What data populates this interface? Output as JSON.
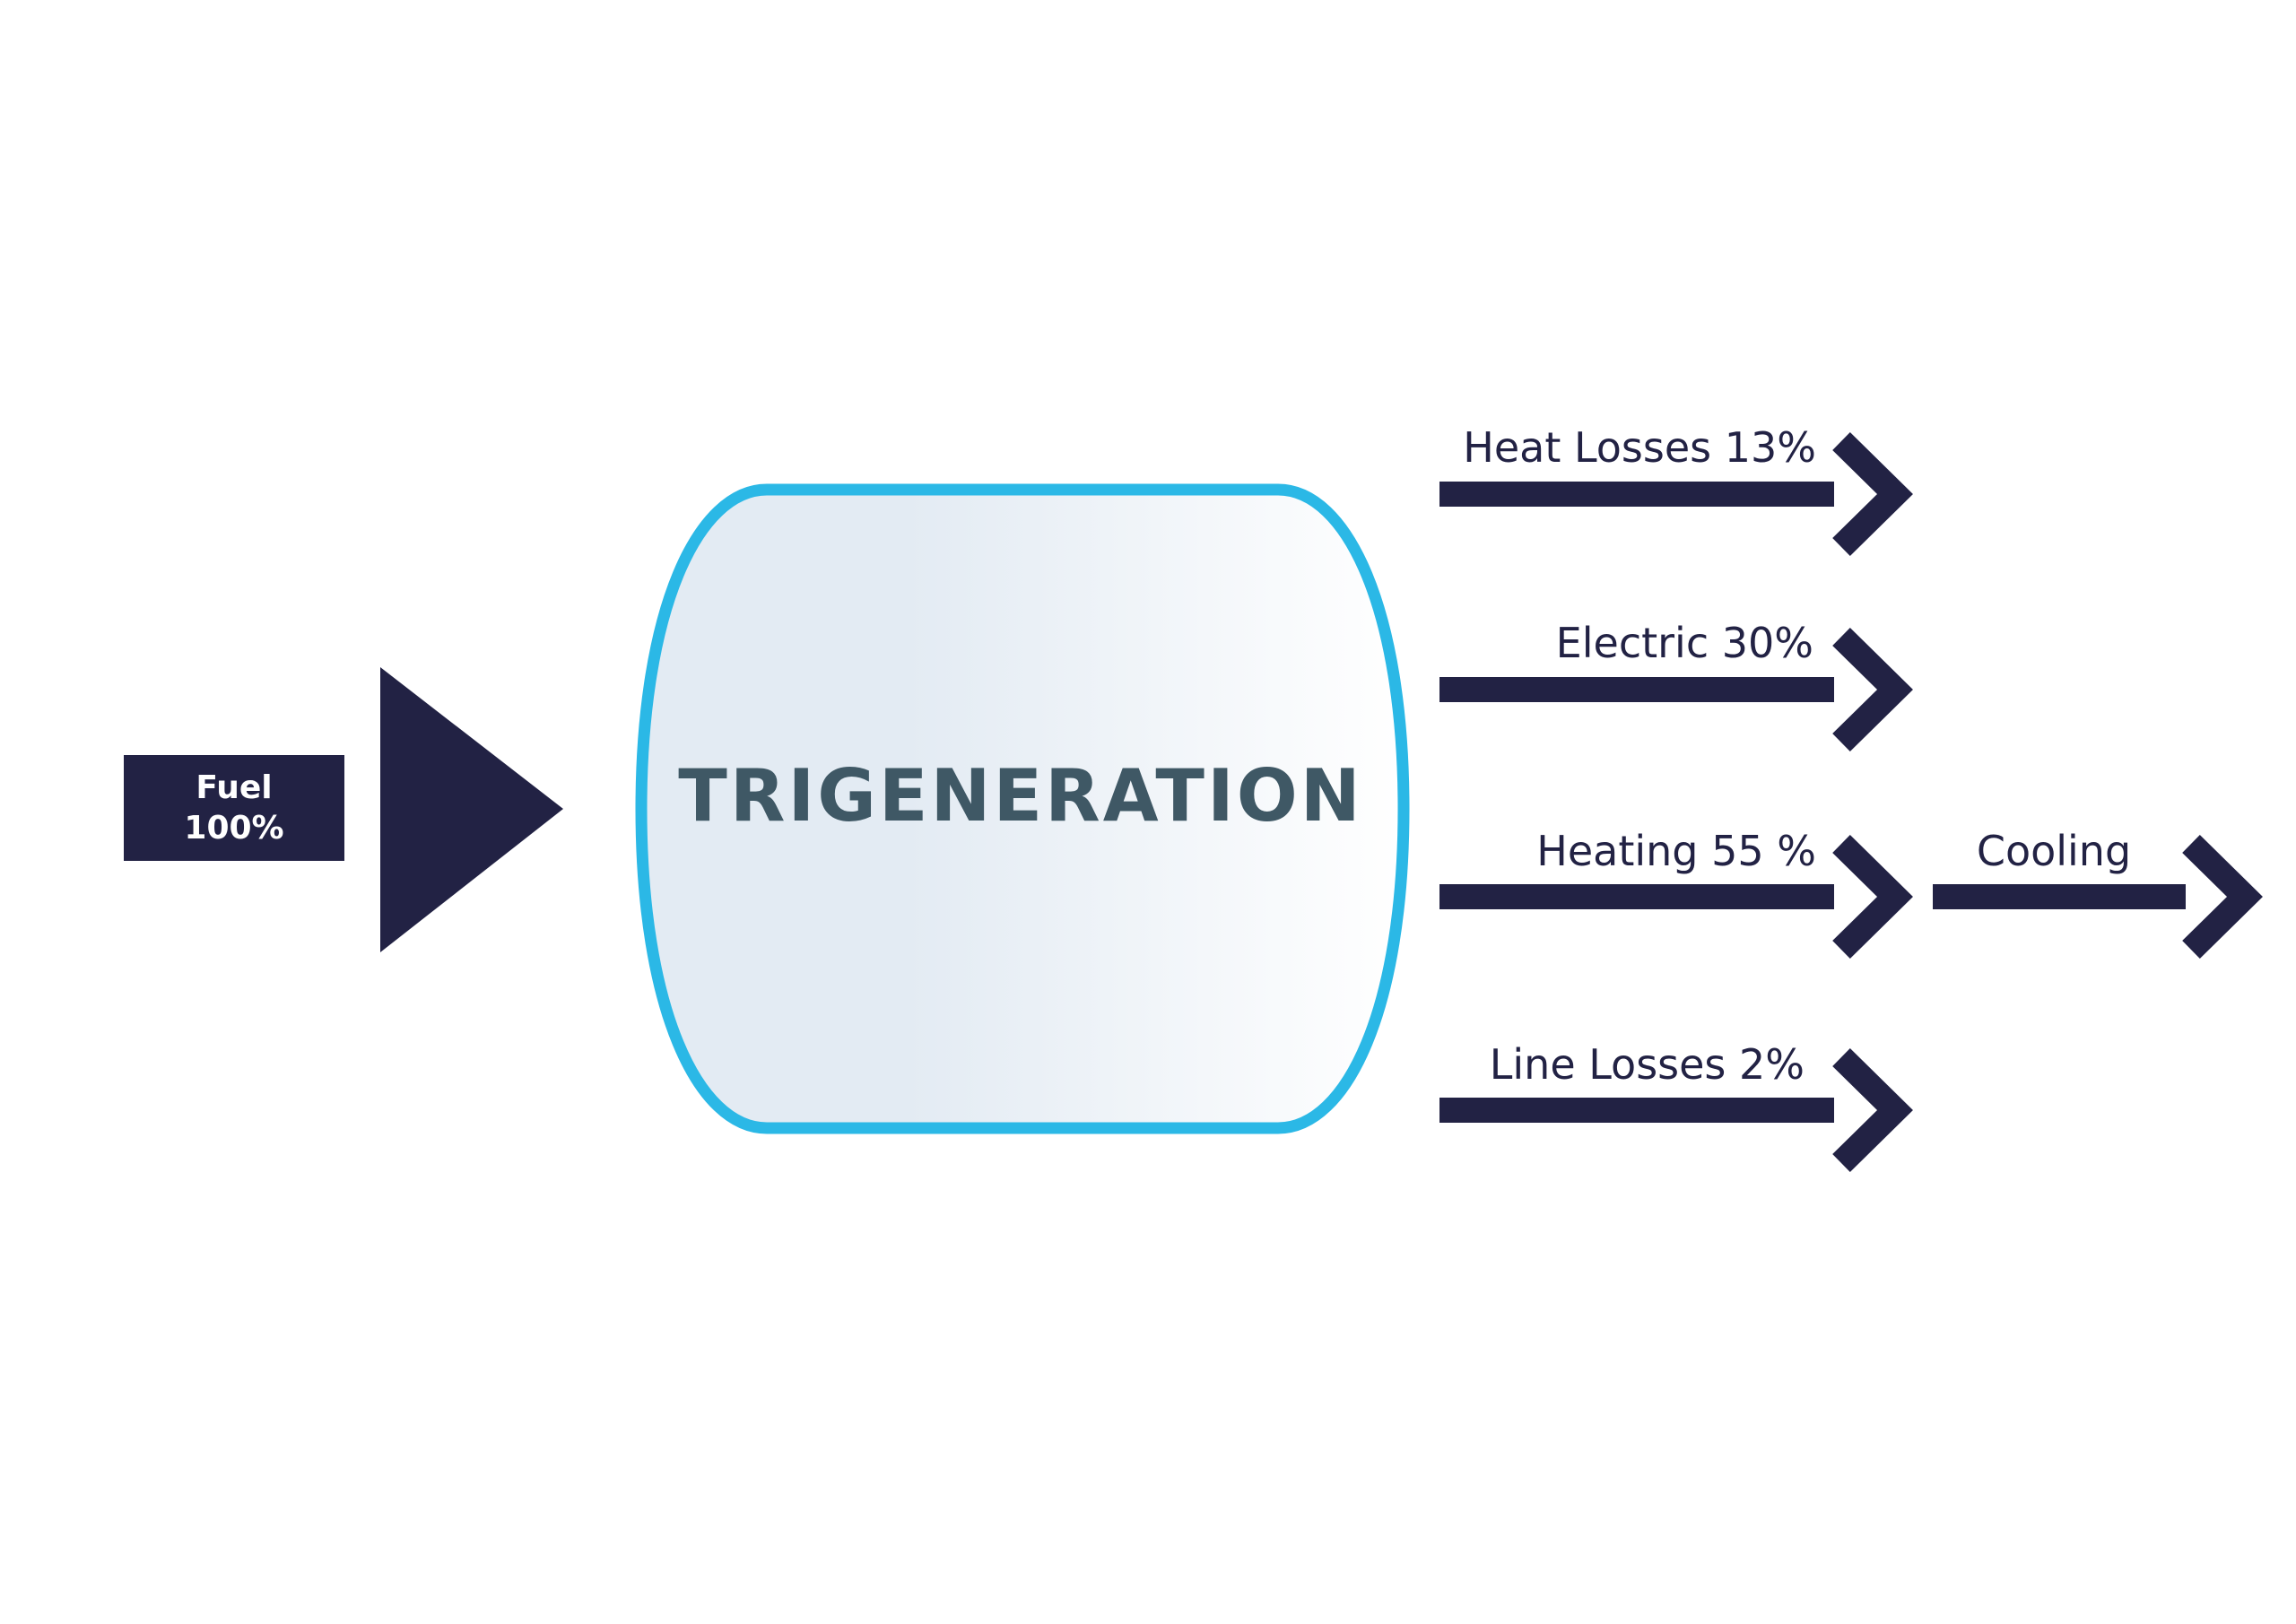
{
  "colors": {
    "navy": "#222244",
    "cyan": "#2bb8e6",
    "title": "#3f5865",
    "gradient_left": "#e3ebf3",
    "gradient_right": "#ffffff",
    "fuel_text": "#ffffff"
  },
  "input": {
    "label_line1": "Fuel",
    "label_line2": "100%"
  },
  "process": {
    "title": "TRIGENERATION"
  },
  "outputs": [
    {
      "label": "Heat Losses 13%"
    },
    {
      "label": "Electric 30%"
    },
    {
      "label": "Heating 55 %"
    },
    {
      "label": "Line Losses 2%"
    }
  ],
  "secondary_output": {
    "label": "Cooling"
  }
}
